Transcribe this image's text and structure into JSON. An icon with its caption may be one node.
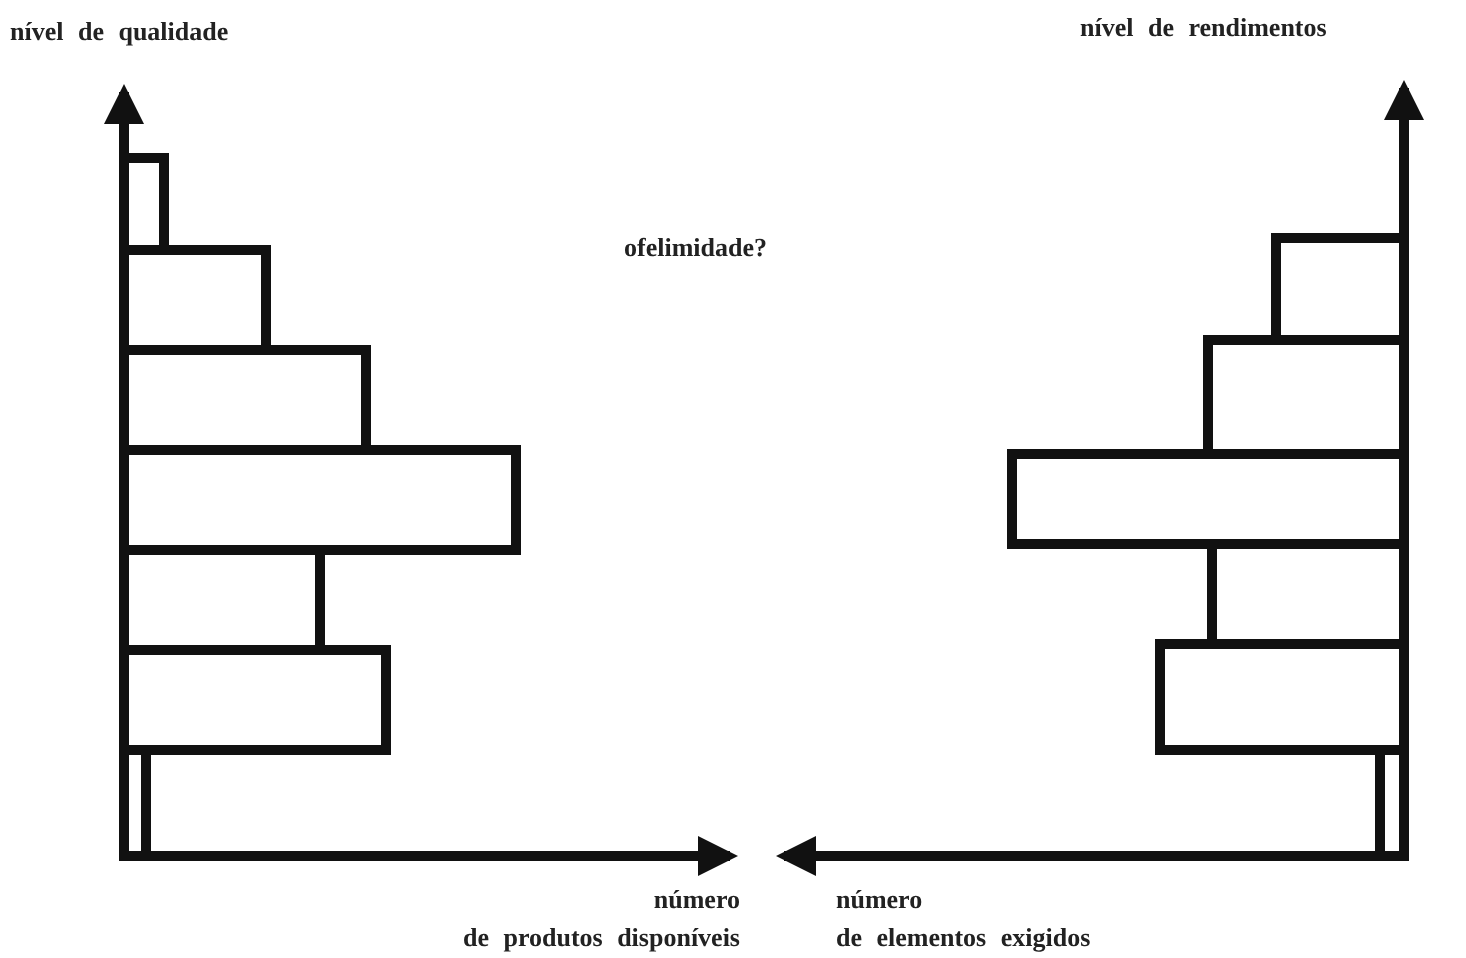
{
  "diagram": {
    "labels": [
      "nível de qualidade",
      "nível de rendimentos",
      "ofelimidade?",
      "número de produtos disponíveis",
      "número de elementos exigidos"
    ]
  }
}
